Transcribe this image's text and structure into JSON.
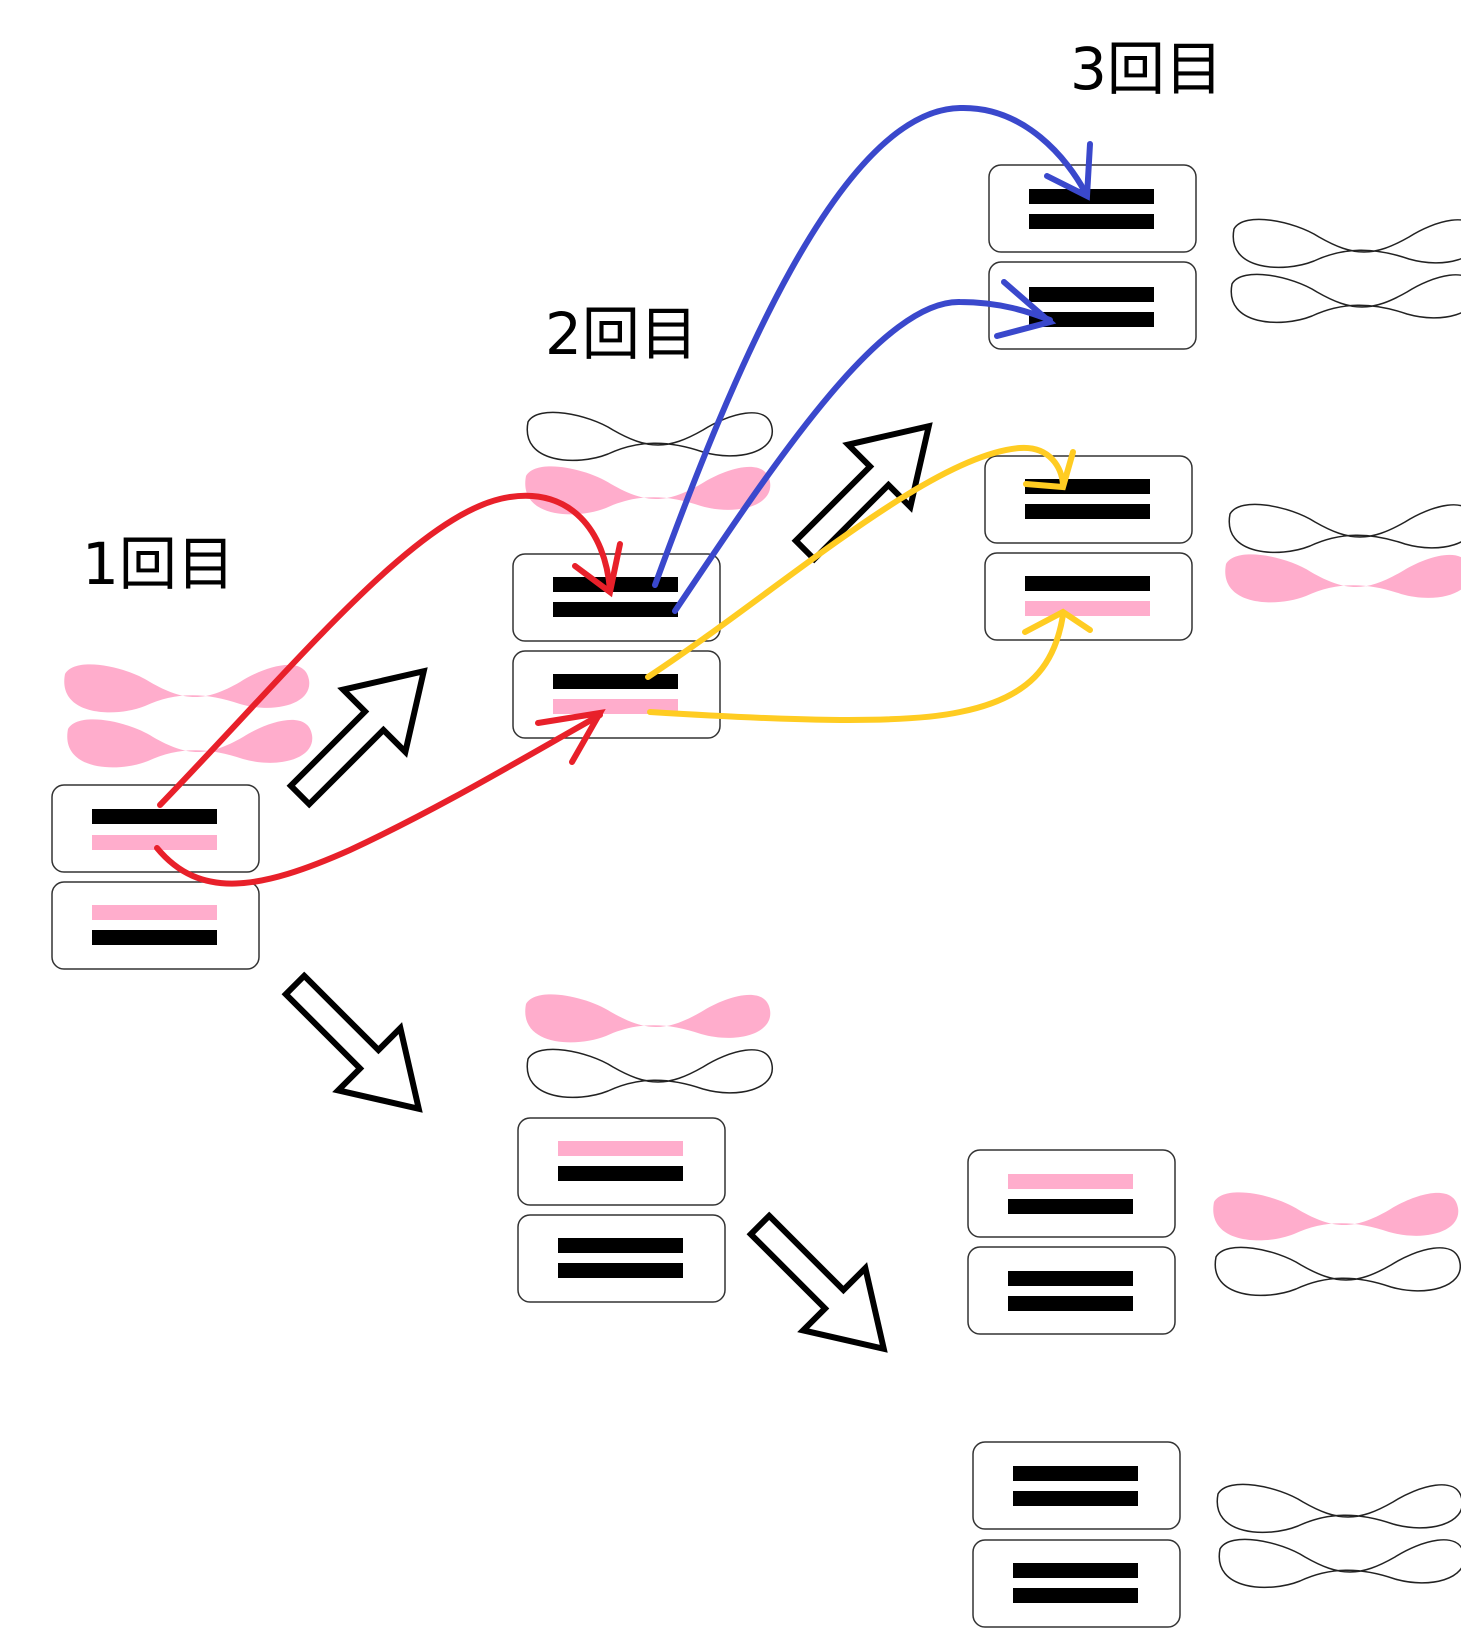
{
  "labels": {
    "round1": "1回目",
    "round2": "2回目",
    "round3": "3回目"
  },
  "colors": {
    "black_band": "#000000",
    "pink": "#ffadcc",
    "red_arrow": "#e8202a",
    "blue_arrow": "#3a48cc",
    "yellow_arrow": "#ffcc22",
    "box_border": "#333333"
  },
  "icons": {
    "chromosome": "chromosome-icon",
    "block_arrow": "block-arrow-icon"
  }
}
